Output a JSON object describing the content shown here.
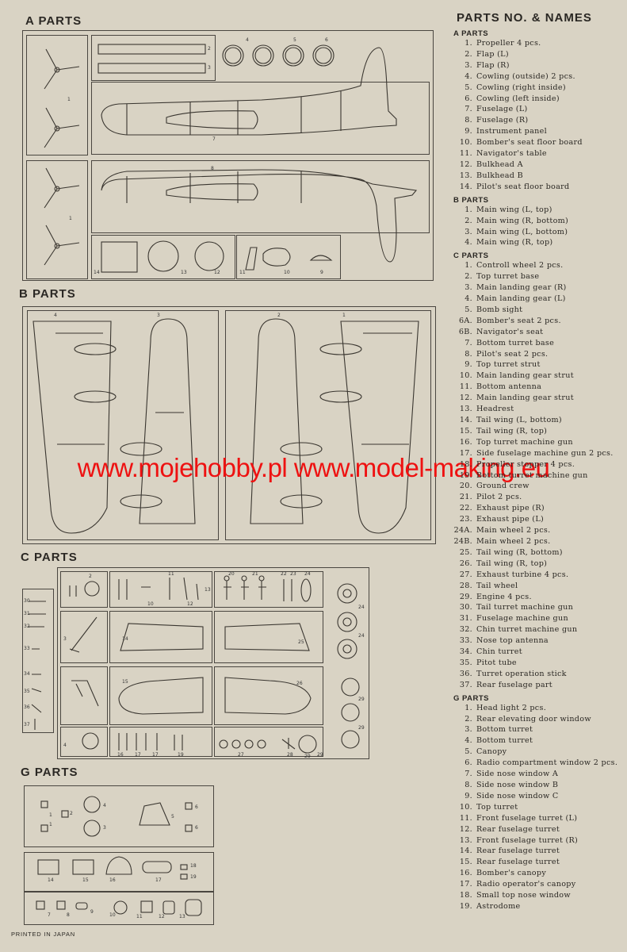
{
  "sections": {
    "a": "A PARTS",
    "b": "B PARTS",
    "c": "C PARTS",
    "g": "G PARTS"
  },
  "list_title": "PARTS NO. & NAMES",
  "groups": [
    {
      "title": "A PARTS",
      "items": [
        {
          "n": "1.",
          "t": "Propeller  4 pcs."
        },
        {
          "n": "2.",
          "t": "Flap (L)"
        },
        {
          "n": "3.",
          "t": "Flap (R)"
        },
        {
          "n": "4.",
          "t": "Cowling (outside) 2 pcs."
        },
        {
          "n": "5.",
          "t": "Cowling (right inside)"
        },
        {
          "n": "6.",
          "t": "Cowling  (left inside)"
        },
        {
          "n": "7.",
          "t": "Fuselage (L)"
        },
        {
          "n": "8.",
          "t": "Fuselage (R)"
        },
        {
          "n": "9.",
          "t": "Instrument panel"
        },
        {
          "n": "10.",
          "t": "Bomber's seat floor board"
        },
        {
          "n": "11.",
          "t": "Navigator's table"
        },
        {
          "n": "12.",
          "t": "Bulkhead A"
        },
        {
          "n": "13.",
          "t": "Bulkhead B"
        },
        {
          "n": "14.",
          "t": "Pilot's seat floor board"
        }
      ]
    },
    {
      "title": "B PARTS",
      "items": [
        {
          "n": "1.",
          "t": "Main wing (L, top)"
        },
        {
          "n": "2.",
          "t": "Main wing (R, bottom)"
        },
        {
          "n": "3.",
          "t": "Main wing (L, bottom)"
        },
        {
          "n": "4.",
          "t": "Main wing (R, top)"
        }
      ]
    },
    {
      "title": "C PARTS",
      "items": [
        {
          "n": "1.",
          "t": "Controll wheel  2 pcs."
        },
        {
          "n": "2.",
          "t": "Top turret base"
        },
        {
          "n": "3.",
          "t": "Main landing gear (R)"
        },
        {
          "n": "4.",
          "t": "Main landing gear (L)"
        },
        {
          "n": "5.",
          "t": "Bomb sight"
        },
        {
          "n": "6A.",
          "t": "Bomber's seat  2 pcs."
        },
        {
          "n": "6B.",
          "t": "Navigator's seat"
        },
        {
          "n": "7.",
          "t": "Bottom turret base"
        },
        {
          "n": "8.",
          "t": "Pilot's seat  2 pcs."
        },
        {
          "n": "9.",
          "t": "Top turret strut"
        },
        {
          "n": "10.",
          "t": "Main landing gear strut"
        },
        {
          "n": "11.",
          "t": "Bottom antenna"
        },
        {
          "n": "12.",
          "t": "Main landing gear strut"
        },
        {
          "n": "13.",
          "t": "Headrest"
        },
        {
          "n": "14.",
          "t": "Tail wing (L, bottom)"
        },
        {
          "n": "15.",
          "t": "Tail wing (R, top)"
        },
        {
          "n": "16.",
          "t": "Top turret machine gun"
        },
        {
          "n": "17.",
          "t": "Side fuselage machine gun 2 pcs."
        },
        {
          "n": "18.",
          "t": "Propeller stopper 4 pcs."
        },
        {
          "n": "19.",
          "t": "Bottom turret machine gun"
        },
        {
          "n": "20.",
          "t": "Ground crew"
        },
        {
          "n": "21.",
          "t": "Pilot  2 pcs."
        },
        {
          "n": "22.",
          "t": "Exhaust pipe (R)"
        },
        {
          "n": "23.",
          "t": "Exhaust pipe (L)"
        },
        {
          "n": "24A.",
          "t": "Main wheel  2 pcs."
        },
        {
          "n": "24B.",
          "t": "Main wheel  2 pcs."
        },
        {
          "n": "25.",
          "t": "Tail wing (R, bottom)"
        },
        {
          "n": "26.",
          "t": "Tail wing (R, top)"
        },
        {
          "n": "27.",
          "t": "Exhaust turbine  4 pcs."
        },
        {
          "n": "28.",
          "t": "Tail wheel"
        },
        {
          "n": "29.",
          "t": "Engine  4 pcs."
        },
        {
          "n": "30.",
          "t": "Tail turret machine gun"
        },
        {
          "n": "31.",
          "t": "Fuselage machine gun"
        },
        {
          "n": "32.",
          "t": "Chin turret machine gun"
        },
        {
          "n": "33.",
          "t": "Nose top antenna"
        },
        {
          "n": "34.",
          "t": "Chin turret"
        },
        {
          "n": "35.",
          "t": "Pitot tube"
        },
        {
          "n": "36.",
          "t": "Turret operation stick"
        },
        {
          "n": "37.",
          "t": "Rear fuselage part"
        }
      ]
    },
    {
      "title": "G PARTS",
      "items": [
        {
          "n": "1.",
          "t": "Head light  2 pcs."
        },
        {
          "n": "2.",
          "t": "Rear elevating door window"
        },
        {
          "n": "3.",
          "t": "Bottom turret"
        },
        {
          "n": "4.",
          "t": "Bottom turret"
        },
        {
          "n": "5.",
          "t": "Canopy"
        },
        {
          "n": "6.",
          "t": "Radio compartment window 2 pcs."
        },
        {
          "n": "7.",
          "t": "Side nose window A"
        },
        {
          "n": "8.",
          "t": "Side nose window B"
        },
        {
          "n": "9.",
          "t": "Side nose window C"
        },
        {
          "n": "10.",
          "t": "Top turret"
        },
        {
          "n": "11.",
          "t": "Front fuselage turret (L)"
        },
        {
          "n": "12.",
          "t": "Rear fuselage turret"
        },
        {
          "n": "13.",
          "t": "Front fuselage turret (R)"
        },
        {
          "n": "14.",
          "t": "Rear fuselage turret"
        },
        {
          "n": "15.",
          "t": "Rear fuselage turret"
        },
        {
          "n": "16.",
          "t": "Bomber's canopy"
        },
        {
          "n": "17.",
          "t": "Radio operator's canopy"
        },
        {
          "n": "18.",
          "t": "Small top nose window"
        },
        {
          "n": "19.",
          "t": "Astrodome"
        }
      ]
    }
  ],
  "watermark": "www.mojehobby.pl www.model-making.eu",
  "footer": "PRINTED  IN  JAPAN",
  "part_numbers": {
    "a": [
      "1",
      "1",
      "2",
      "3",
      "4",
      "5",
      "6",
      "7",
      "8",
      "14",
      "13",
      "12",
      "11",
      "10",
      "9"
    ],
    "b": [
      "4",
      "3",
      "2",
      "1"
    ],
    "c": [
      "2",
      "11",
      "13",
      "12",
      "10",
      "20",
      "21",
      "22",
      "23",
      "24",
      "3",
      "14",
      "25",
      "15",
      "26",
      "24",
      "24",
      "29",
      "29",
      "29",
      "4",
      "16",
      "17",
      "17",
      "19",
      "27",
      "28",
      "29",
      "30",
      "31",
      "32",
      "33",
      "34",
      "35",
      "36",
      "37"
    ],
    "g": [
      "1",
      "1",
      "2",
      "3",
      "4",
      "5",
      "6",
      "6",
      "14",
      "15",
      "16",
      "17",
      "18",
      "19",
      "7",
      "8",
      "9",
      "10",
      "11",
      "12",
      "13"
    ]
  }
}
